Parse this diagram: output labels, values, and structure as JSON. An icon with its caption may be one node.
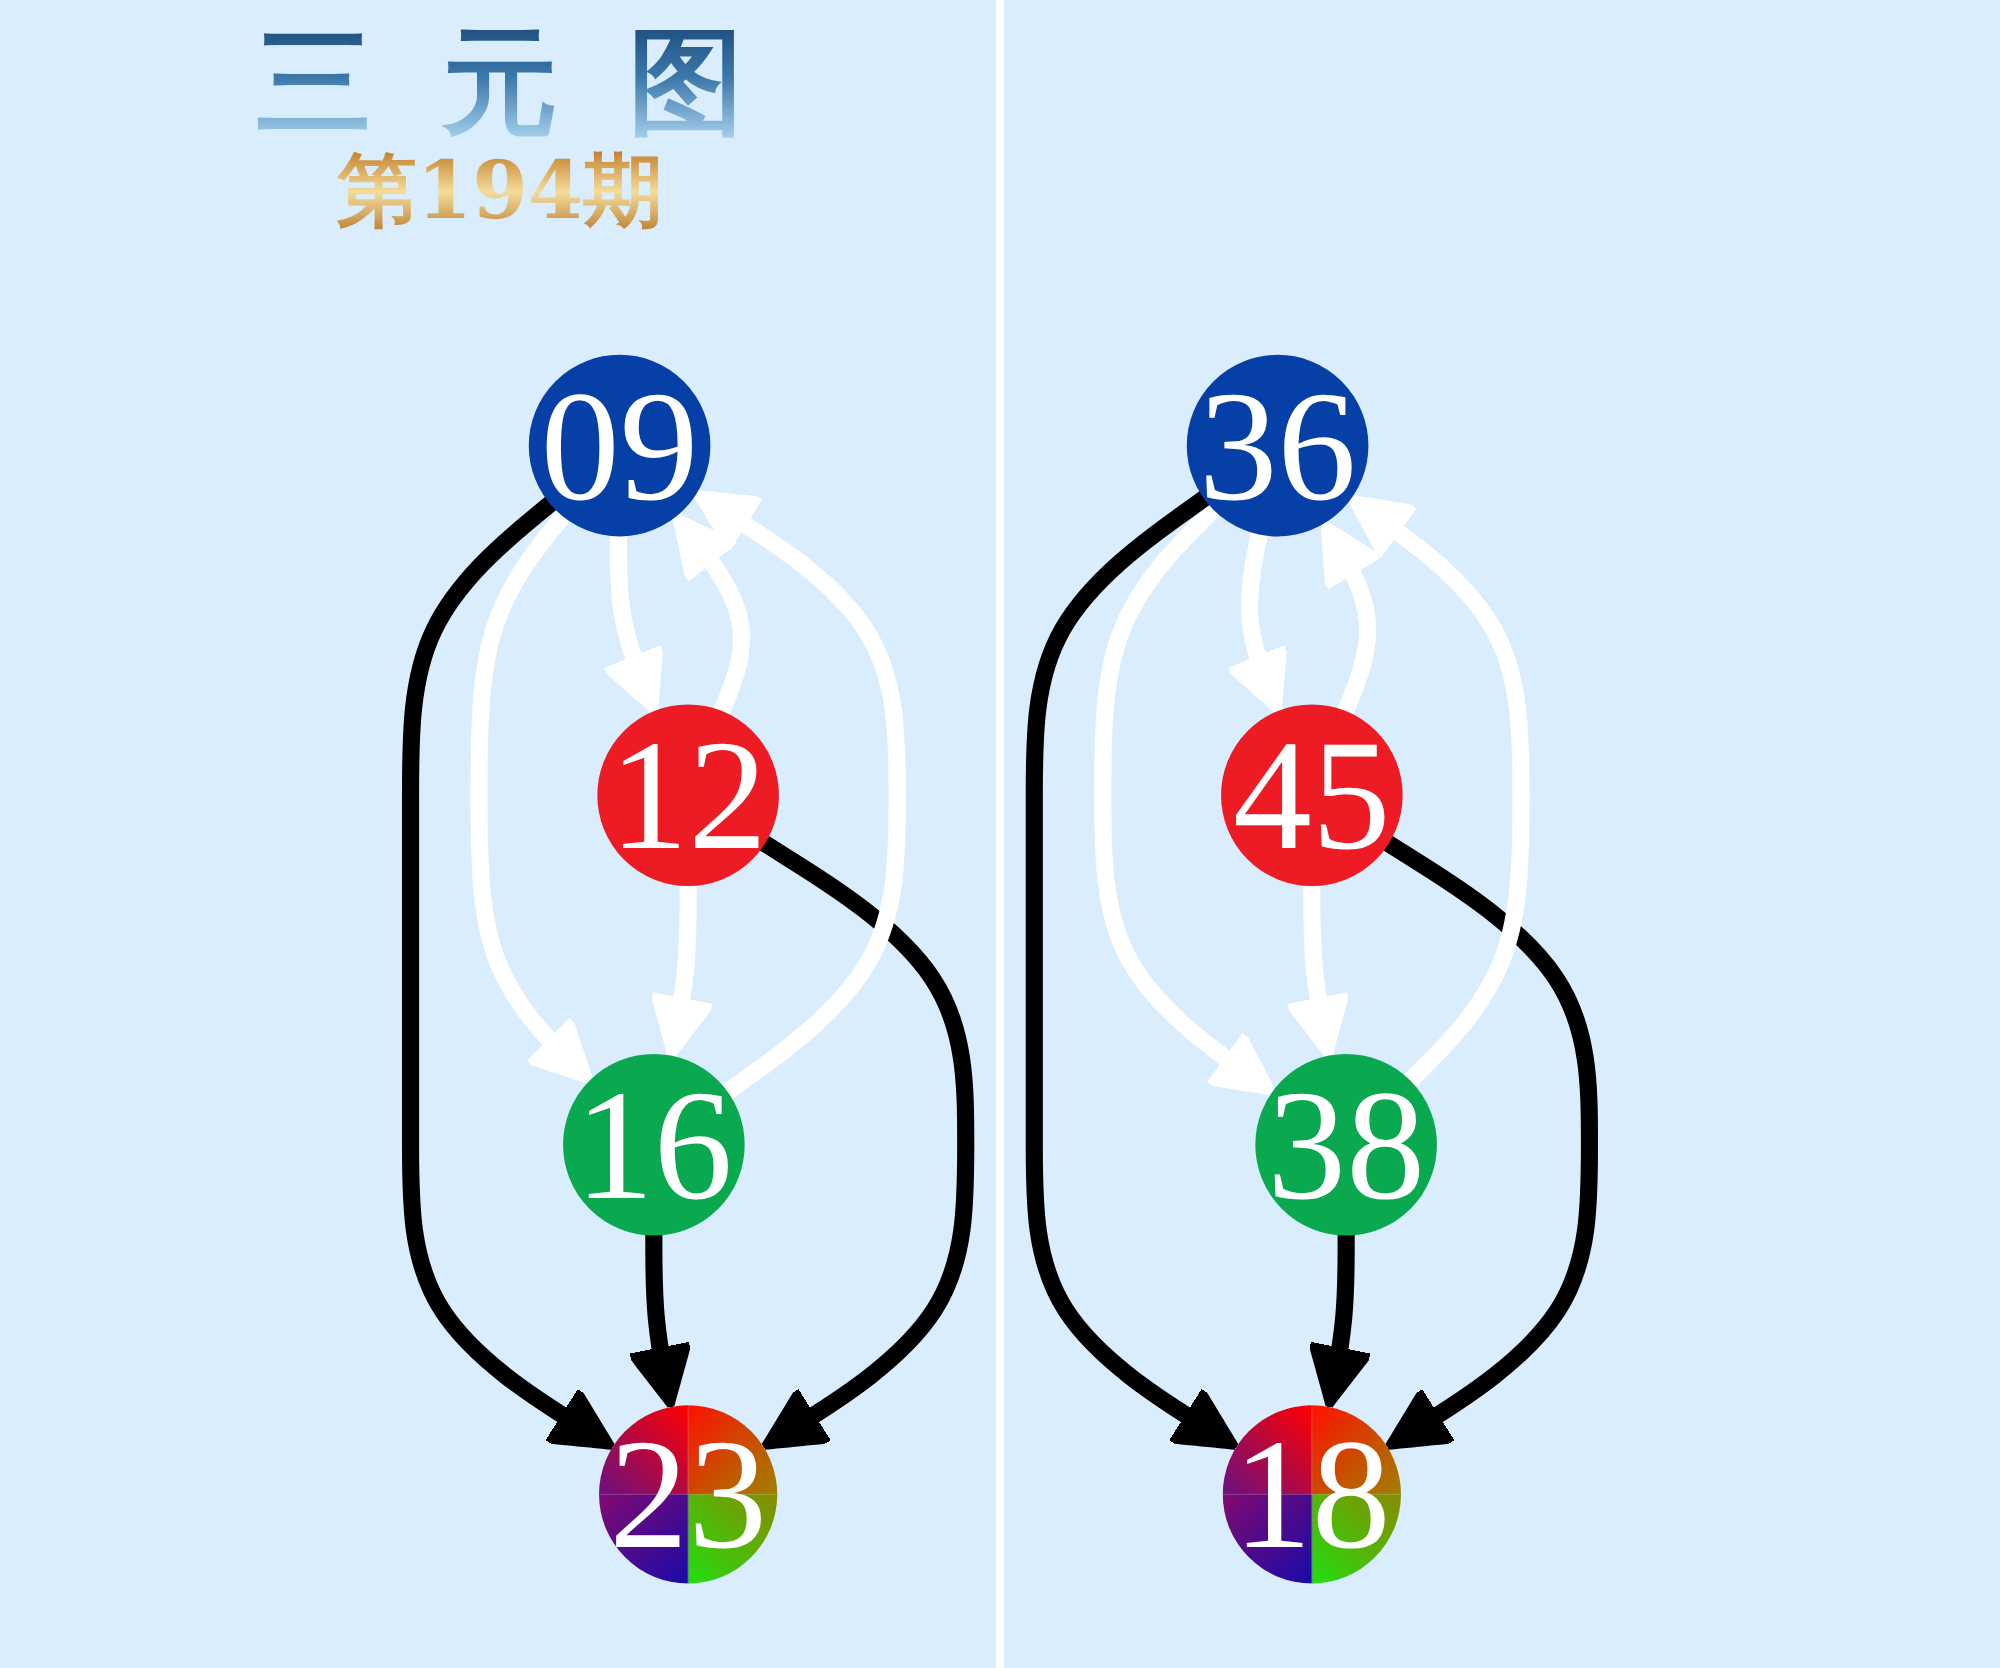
{
  "diagram": {
    "title": "三元图",
    "nodes": [
      {
        "text": [
          "09"
        ]
      },
      {
        "text": [
          "23"
        ]
      },
      {
        "text": [
          "16"
        ]
      },
      {
        "text": [
          "12"
        ]
      },
      {
        "text": [
          "36"
        ]
      },
      {
        "text": [
          "18"
        ]
      },
      {
        "text": [
          "38"
        ]
      },
      {
        "text": [
          "45"
        ]
      }
    ],
    "edges": [
      {
        "from": 0,
        "to": 2,
        "arrow": "to"
      },
      {
        "from": 0,
        "to": 3,
        "arrow": "to"
      },
      {
        "from": 0,
        "to": 1,
        "arrow": "to",
        "color": "#000000"
      },
      {
        "from": 2,
        "to": 1,
        "arrow": "to",
        "color": "#000000"
      },
      {
        "from": 3,
        "to": 1,
        "arrow": "to",
        "color": "#000000"
      },
      {
        "from": 3,
        "to": 2,
        "arrow": "to"
      },
      {
        "from": 2,
        "to": 0,
        "arrow": "to"
      },
      {
        "from": 3,
        "to": 0,
        "arrow": "to"
      },
      {
        "from": 4,
        "to": 6,
        "arrow": "to"
      },
      {
        "from": 4,
        "to": 7,
        "arrow": "to"
      },
      {
        "from": 4,
        "to": 5,
        "arrow": "to",
        "color": "#000000"
      },
      {
        "from": 6,
        "to": 5,
        "arrow": "to",
        "color": "#000000"
      },
      {
        "from": 7,
        "to": 5,
        "arrow": "to",
        "color": "#000000"
      },
      {
        "from": 7,
        "to": 6,
        "arrow": "to"
      },
      {
        "from": 6,
        "to": 4,
        "arrow": "to"
      },
      {
        "from": 7,
        "to": 4,
        "arrow": "to"
      }
    ],
    "labels": [
      "第194期"
    ]
  }
}
